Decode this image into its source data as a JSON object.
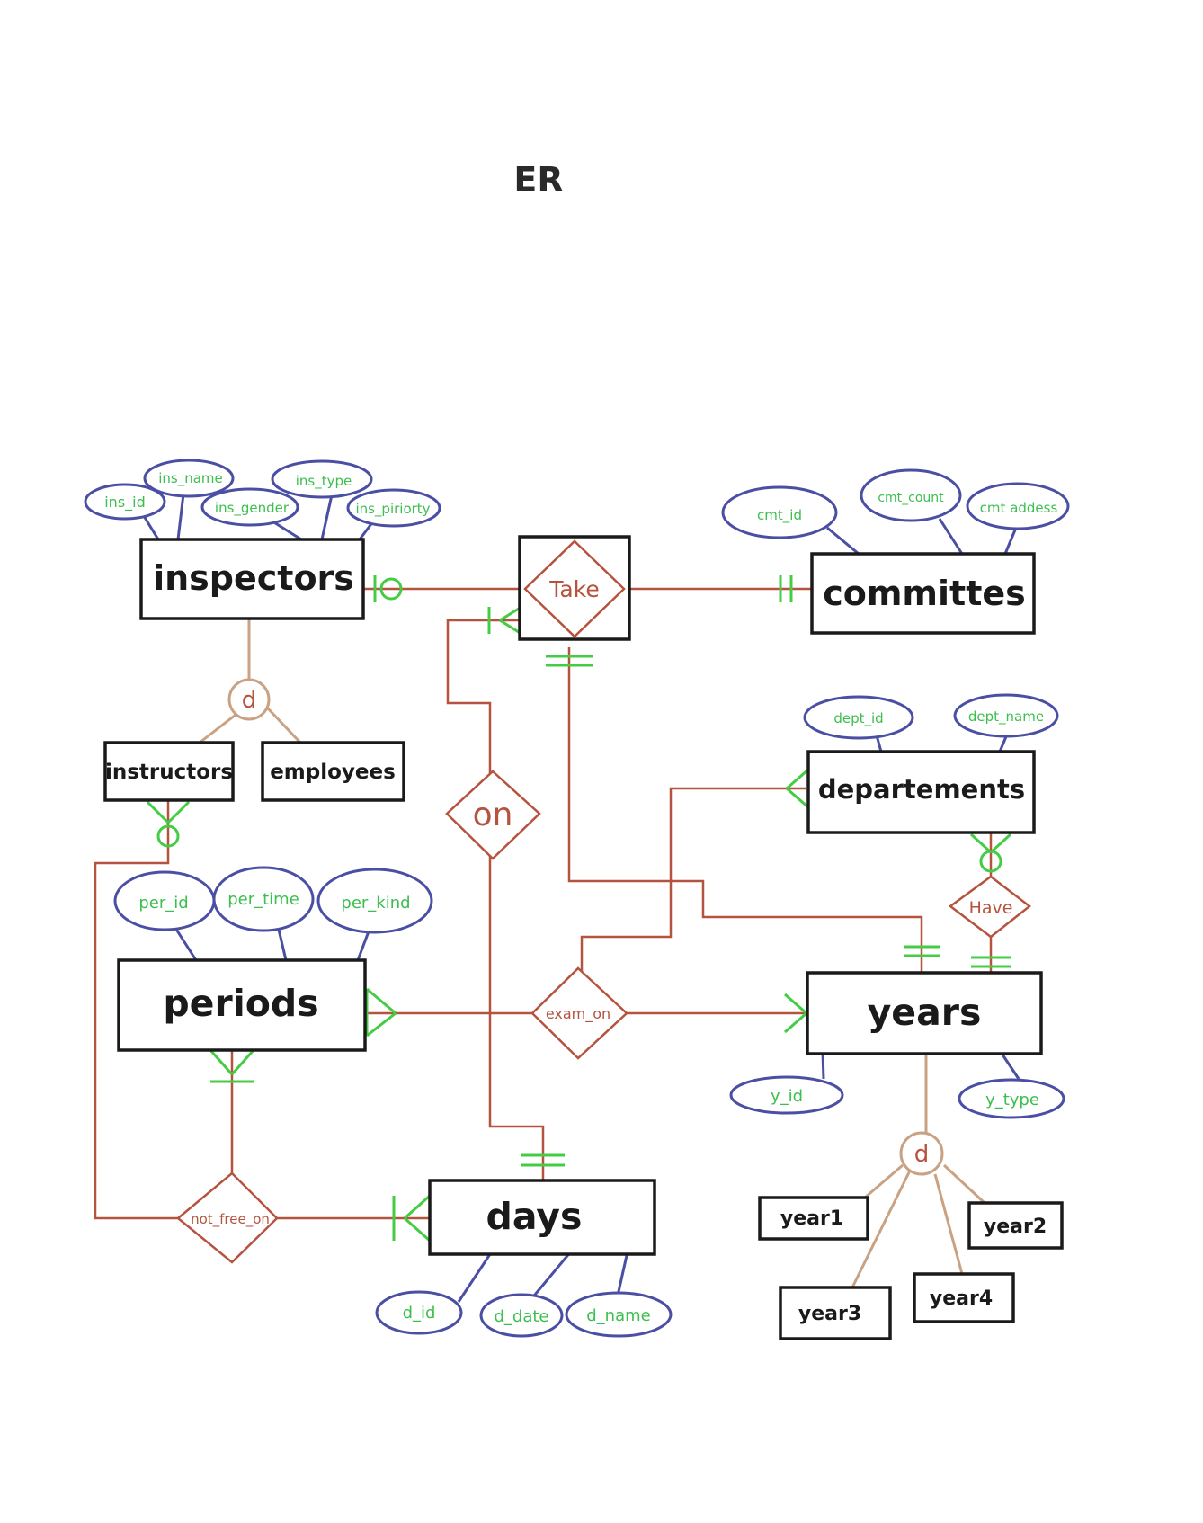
{
  "title": "ER",
  "entities": {
    "inspectors": "inspectors",
    "committes": "committes",
    "instructors": "instructors",
    "employees": "employees",
    "departements": "departements",
    "periods": "periods",
    "years": "years",
    "days": "days",
    "year1": "year1",
    "year2": "year2",
    "year3": "year3",
    "year4": "year4"
  },
  "relationships": {
    "take": "Take",
    "on": "on",
    "have": "Have",
    "exam_on": "exam_on",
    "not_free_on": "not_free_on"
  },
  "specialization_label": "d",
  "attributes": {
    "ins_id": "ins_id",
    "ins_name": "ins_name",
    "ins_gender": "ins_gender",
    "ins_type": "ins_type",
    "ins_piriorty": "ins_piriorty",
    "cmt_id": "cmt_id",
    "cmt_count": "cmt_count",
    "cmt_addess": "cmt addess",
    "dept_id": "dept_id",
    "dept_name": "dept_name",
    "per_id": "per_id",
    "per_time": "per_time",
    "per_kind": "per_kind",
    "y_id": "y_id",
    "y_type": "y_type",
    "d_id": "d_id",
    "d_date": "d_date",
    "d_name": "d_name"
  },
  "colors": {
    "entity_border": "#1a1a1a",
    "attribute_border": "#4a4fa3",
    "attribute_text": "#3bbf4e",
    "relationship": "#b5533e",
    "specialization": "#c9a283",
    "cardinality": "#44cc44"
  }
}
